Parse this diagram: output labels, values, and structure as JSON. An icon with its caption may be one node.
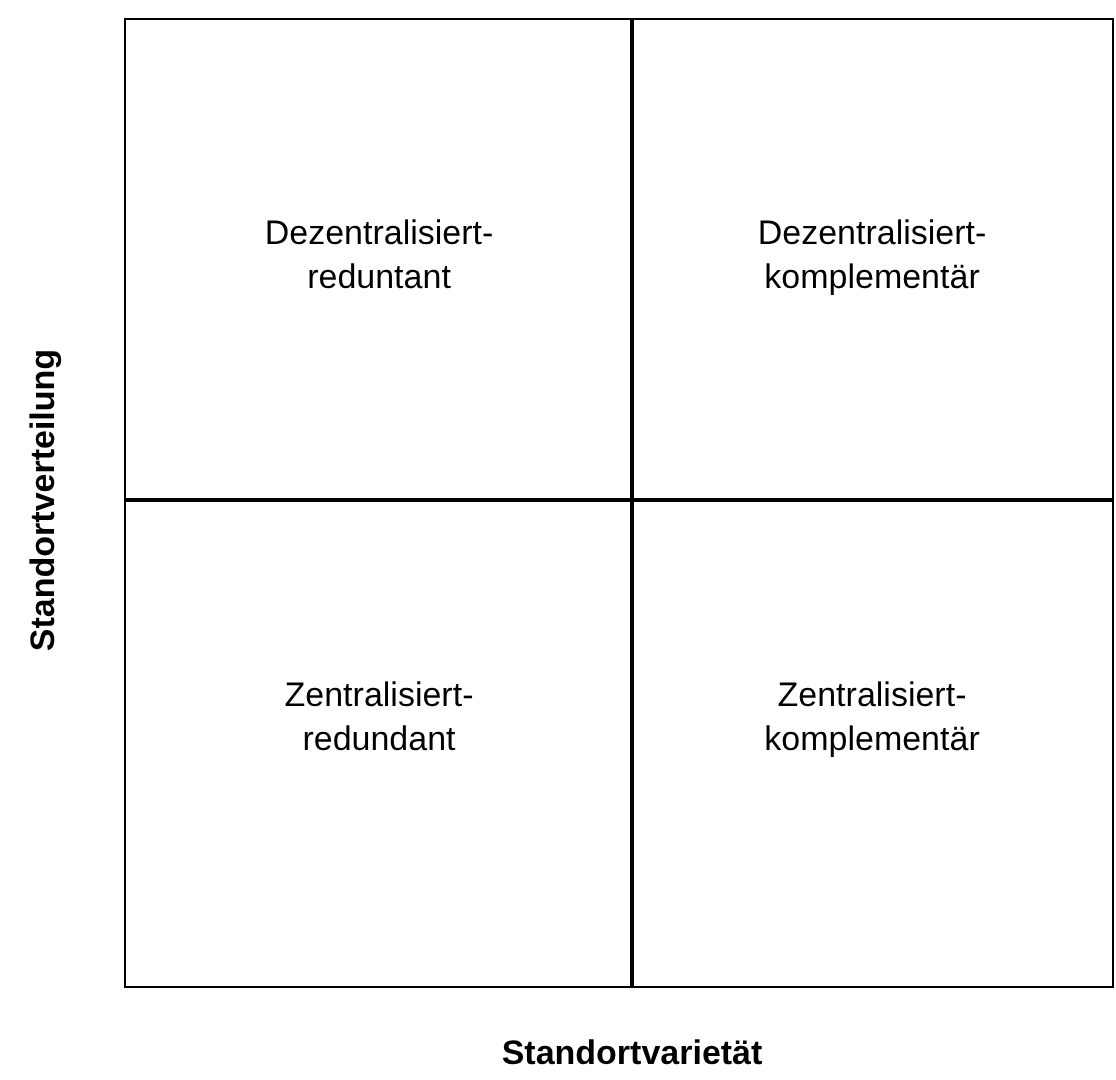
{
  "diagram": {
    "nodes": [
      {
        "text": [
          "Dezentralisiert-reduntant"
        ]
      },
      {
        "text": [
          "Dezentralisiert-komplementär"
        ]
      },
      {
        "text": [
          "Zentralisiert-redundant"
        ]
      },
      {
        "text": [
          "Zentralisiert-komplementär"
        ]
      }
    ],
    "labels": [
      "Standortverteilung",
      "Standortvarietät"
    ]
  }
}
